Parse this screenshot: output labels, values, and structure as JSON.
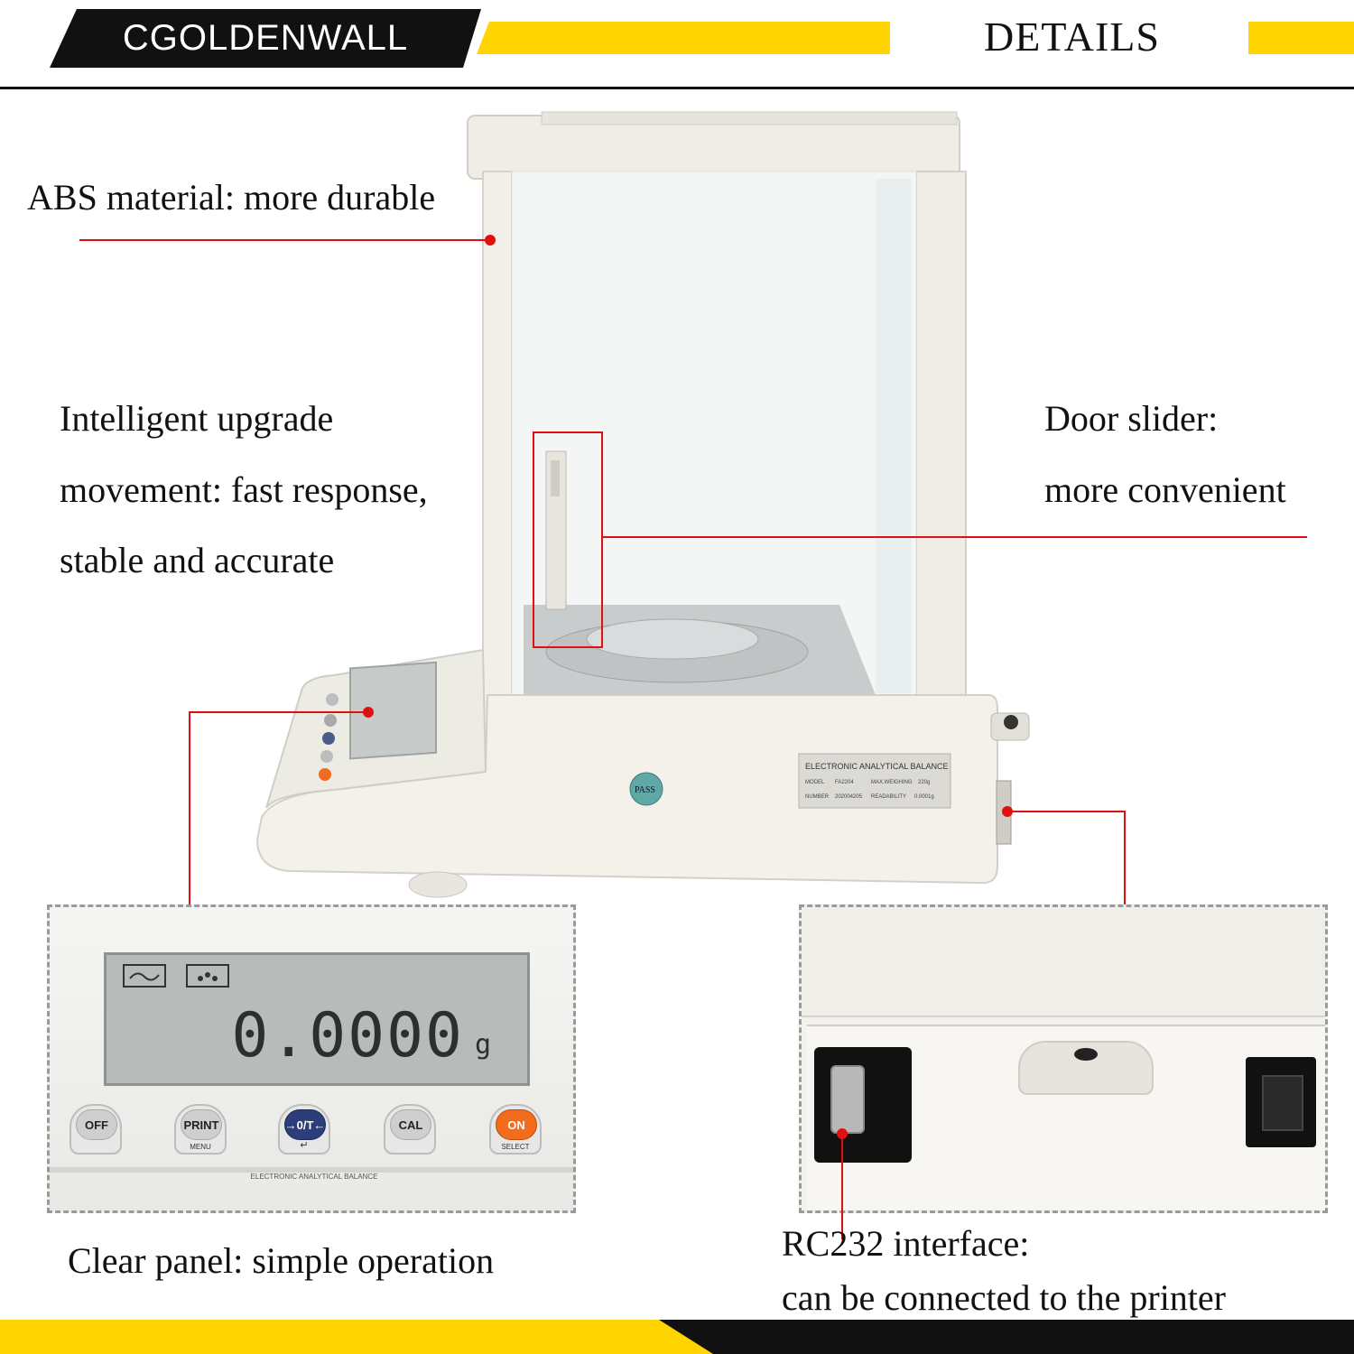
{
  "header": {
    "brand": "CGOLDENWALL",
    "section_title": "DETAILS"
  },
  "callouts": {
    "abs": "ABS material: more durable",
    "movement": [
      "Intelligent upgrade",
      "movement: fast response,",
      "stable and accurate"
    ],
    "door": [
      "Door slider:",
      "more convenient"
    ],
    "panel": "Clear panel: simple operation",
    "interface": [
      "RC232 interface:",
      "can be connected to the printer"
    ]
  },
  "scale": {
    "label_title": "ELECTRONIC ANALYTICAL BALANCE",
    "model_label": "MODEL",
    "model_value": "FA2204",
    "max_label": "MAX.WEIGHING",
    "max_value": "220g",
    "number_label": "NUMBER",
    "number_value": "202004205",
    "readability_label": "READABILITY",
    "readability_value": "0.0001g",
    "pass_sticker": "PASS"
  },
  "panel_closeup": {
    "display_value": "0.0000",
    "display_unit": "g",
    "buttons": [
      {
        "label": "OFF",
        "sub": ""
      },
      {
        "label": "PRINT",
        "sub": "MENU"
      },
      {
        "label": "→0/T←",
        "sub": "↵"
      },
      {
        "label": "CAL",
        "sub": ""
      },
      {
        "label": "ON",
        "sub": "SELECT"
      }
    ],
    "footer_text": "ELECTRONIC ANALYTICAL BALANCE"
  },
  "colors": {
    "accent_yellow": "#ffd400",
    "callout_red": "#e01010",
    "on_button": "#f36b1c",
    "tare_button": "#2c3e7a"
  }
}
